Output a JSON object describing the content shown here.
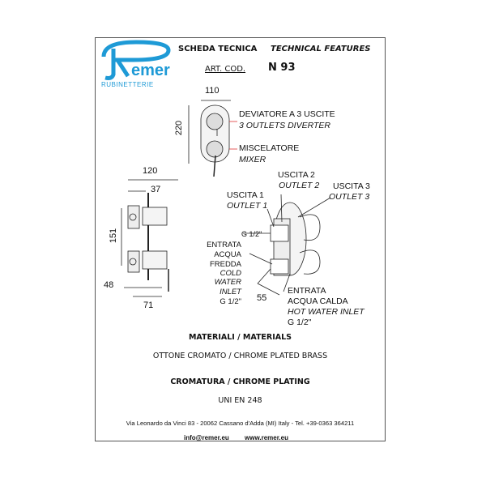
{
  "logo": {
    "brand": "Remer",
    "subtitle": "RUBINETTERIE",
    "color": "#1e9ad6"
  },
  "header": {
    "title_it": "SCHEDA TECNICA",
    "title_en": "TECHNICAL FEATURES",
    "art_label": "ART. COD.",
    "art_code": "N 93"
  },
  "front_view": {
    "width_dim": "110",
    "height_dim": "220",
    "diverter_it": "DEVIATORE A 3 USCITE",
    "diverter_en": "3 OUTLETS DIVERTER",
    "mixer_it": "MISCELATORE",
    "mixer_en": "MIXER"
  },
  "side_view": {
    "depth_dim": "120",
    "plate_dim": "37",
    "height_dim": "151",
    "bottom_dim": "48",
    "offset_dim": "71"
  },
  "body_view": {
    "outlet1_it": "USCITA 1",
    "outlet1_en": "OUTLET 1",
    "outlet2_it": "USCITA 2",
    "outlet2_en": "OUTLET 2",
    "outlet3_it": "USCITA 3",
    "outlet3_en": "OUTLET 3",
    "outlet_thread": "G 1/2\"",
    "cold_lines": [
      "ENTRATA",
      "ACQUA",
      "FREDDA"
    ],
    "cold_en_lines": [
      "COLD",
      "WATER",
      "INLET"
    ],
    "cold_thread": "G 1/2\"",
    "spacing_dim": "55",
    "hot_it_1": "ENTRATA",
    "hot_it_2": "ACQUA CALDA",
    "hot_en": "HOT WATER INLET",
    "hot_thread": "G 1/2\""
  },
  "materials": {
    "heading": "MATERIALI / MATERIALS",
    "value": "OTTONE CROMATO / CHROME PLATED BRASS"
  },
  "plating": {
    "heading": "CROMATURA / CHROME PLATING",
    "value": "UNI EN 248"
  },
  "footer": {
    "address": "Via Leonardo da Vinci 83 - 20062 Cassano d'Adda (MI) Italy - Tel. +39-0363 364211",
    "email": "info@remer.eu",
    "website": "www.remer.eu"
  }
}
